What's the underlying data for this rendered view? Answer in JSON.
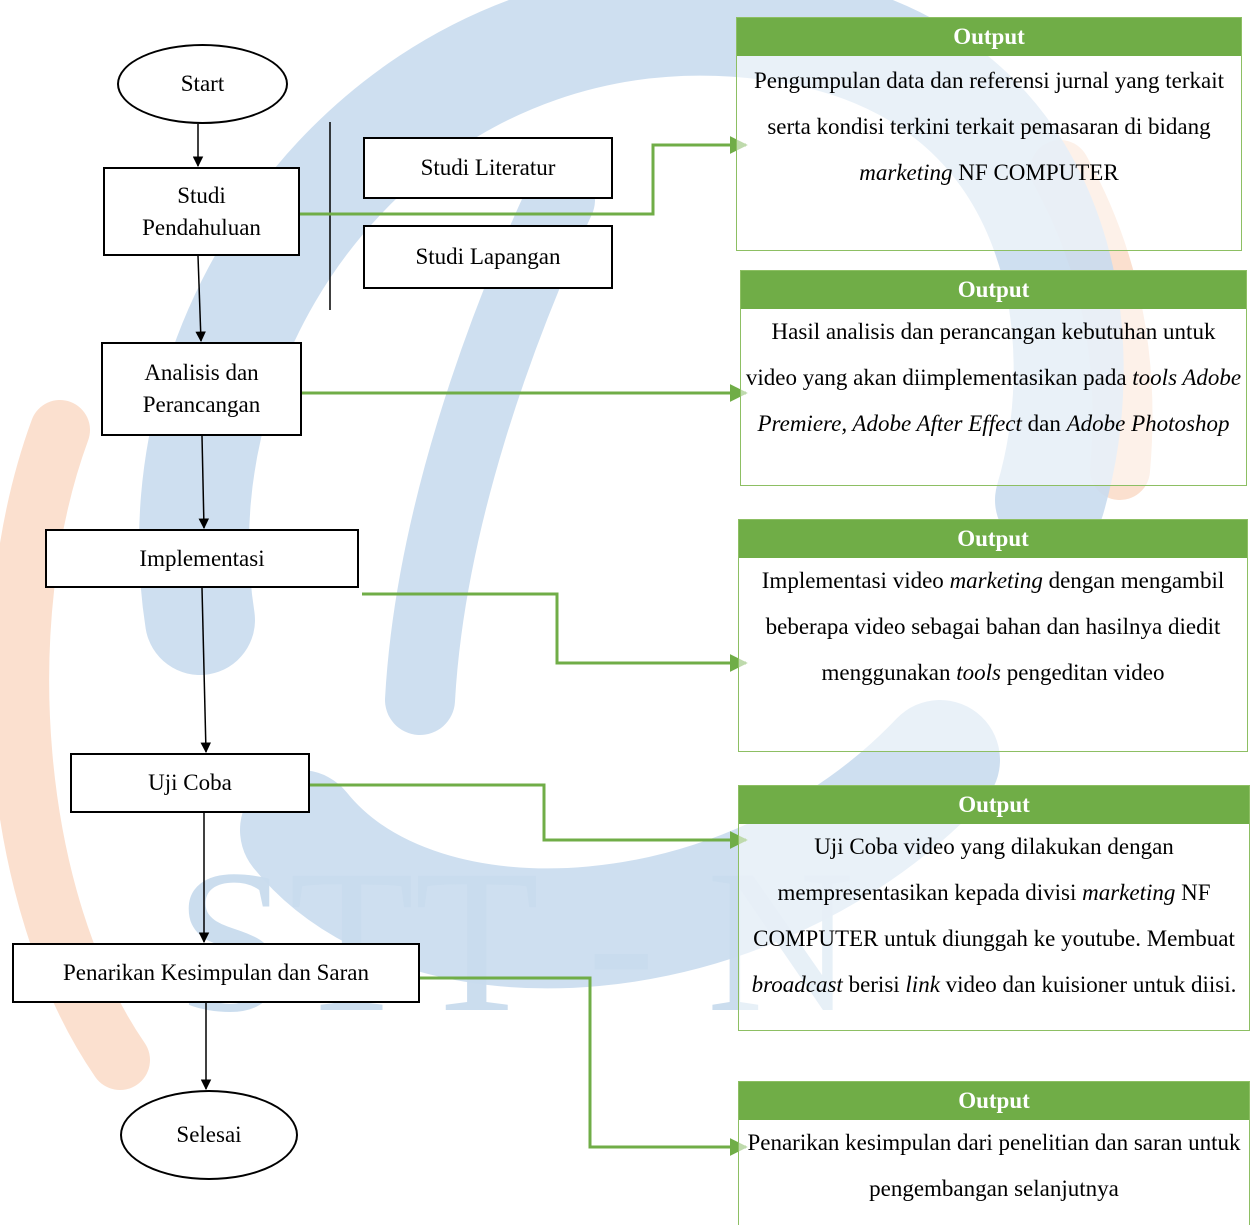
{
  "colors": {
    "edge": "#000000",
    "output_connector": "#70ad47",
    "output_header_bg": "#70ad47",
    "output_header_text": "#ffffff",
    "watermark_blue": "#c9dcee",
    "watermark_orange": "#fbe0cf"
  },
  "watermark": {
    "text": "STT - N"
  },
  "nodes": {
    "start": "Start",
    "studi_pendahuluan": "Studi Pendahuluan",
    "studi_literatur": "Studi Literatur",
    "studi_lapangan": "Studi Lapangan",
    "analisis": "Analisis dan Perancangan",
    "implementasi": "Implementasi",
    "uji_coba": "Uji Coba",
    "penarikan": "Penarikan Kesimpulan dan Saran",
    "selesai": "Selesai"
  },
  "outputs": [
    {
      "header": "Output",
      "parts": [
        {
          "t": "Pengumpulan data dan referensi jurnal yang terkait serta kondisi terkini terkait pemasaran di bidang ",
          "i": false
        },
        {
          "t": "marketing",
          "i": true
        },
        {
          "t": " NF COMPUTER",
          "i": false
        }
      ]
    },
    {
      "header": "Output",
      "parts": [
        {
          "t": "Hasil analisis dan perancangan kebutuhan untuk video yang akan diimplementasikan pada ",
          "i": false
        },
        {
          "t": "tools Adobe Premiere, Adobe After Effect",
          "i": true
        },
        {
          "t": " dan ",
          "i": false
        },
        {
          "t": "Adobe Photoshop",
          "i": true
        }
      ]
    },
    {
      "header": "Output",
      "parts": [
        {
          "t": "Implementasi video ",
          "i": false
        },
        {
          "t": "marketing",
          "i": true
        },
        {
          "t": " dengan mengambil beberapa video sebagai bahan dan hasilnya diedit menggunakan ",
          "i": false
        },
        {
          "t": "tools",
          "i": true
        },
        {
          "t": " pengeditan video",
          "i": false
        }
      ]
    },
    {
      "header": "Output",
      "parts": [
        {
          "t": "Uji Coba video yang dilakukan dengan mempresentasikan kepada divisi ",
          "i": false
        },
        {
          "t": "marketing",
          "i": true
        },
        {
          "t": " NF COMPUTER untuk diunggah ke youtube. Membuat ",
          "i": false
        },
        {
          "t": "broadcast",
          "i": true
        },
        {
          "t": " berisi ",
          "i": false
        },
        {
          "t": "link",
          "i": true
        },
        {
          "t": " video dan kuisioner untuk diisi.",
          "i": false
        }
      ]
    },
    {
      "header": "Output",
      "parts": [
        {
          "t": "Penarikan kesimpulan dari penelitian dan saran untuk pengembangan selanjutnya",
          "i": false
        }
      ]
    }
  ]
}
